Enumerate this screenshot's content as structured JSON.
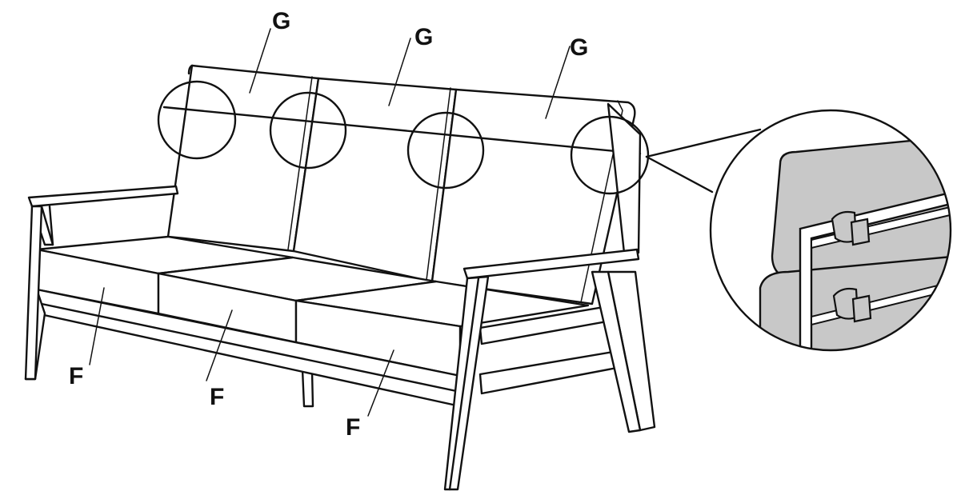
{
  "labels": {
    "g1": "G",
    "g2": "G",
    "g3": "G",
    "f1": "F",
    "f2": "F",
    "f3": "F"
  },
  "colors": {
    "line": "#111111",
    "cushion_detail": "#c8c8c8",
    "background": "#ffffff"
  }
}
